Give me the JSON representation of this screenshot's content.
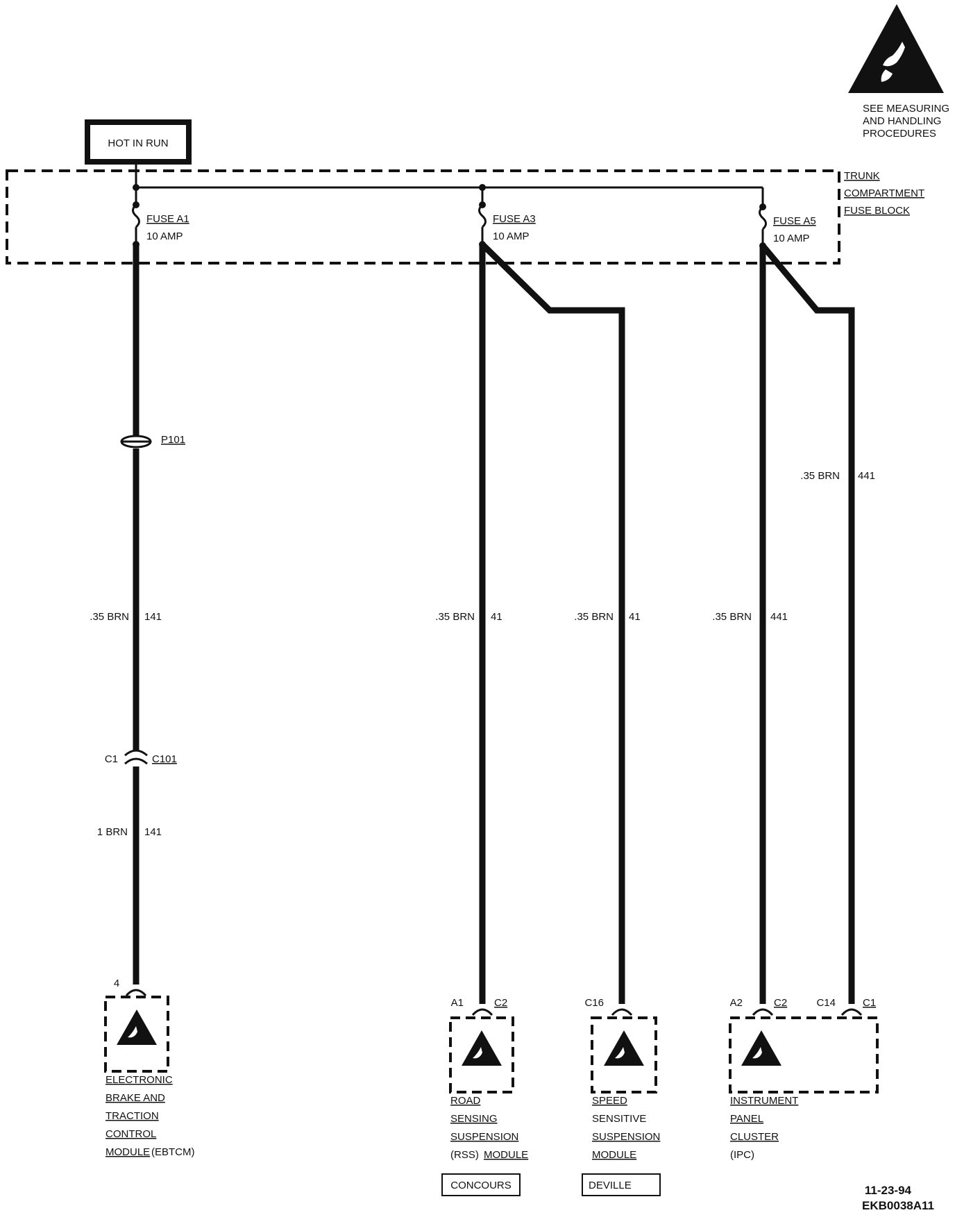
{
  "esd_notice": [
    "SEE MEASURING",
    "AND HANDLING",
    "PROCEDURES"
  ],
  "power_label": "HOT IN RUN",
  "fuse_block": [
    "TRUNK",
    "COMPARTMENT",
    "FUSE BLOCK"
  ],
  "fuses": [
    {
      "name": "FUSE A1",
      "rating": "10 AMP"
    },
    {
      "name": "FUSE A3",
      "rating": "10 AMP"
    },
    {
      "name": "FUSE A5",
      "rating": "10 AMP"
    }
  ],
  "connectors": {
    "p101": "P101",
    "c101_pin": "C1",
    "c101": "C101"
  },
  "wires": {
    "w1_upper": {
      "gauge": ".35 BRN",
      "circuit": "141"
    },
    "w1_lower": {
      "gauge": "1 BRN",
      "circuit": "141"
    },
    "w2": {
      "gauge": ".35 BRN",
      "circuit": "41"
    },
    "w3": {
      "gauge": ".35 BRN",
      "circuit": "41"
    },
    "w4": {
      "gauge": ".35 BRN",
      "circuit": "441"
    },
    "w5": {
      "gauge": ".35 BRN",
      "circuit": "441"
    }
  },
  "pins": {
    "ebtcm": "4",
    "rss_pin": "A1",
    "rss_conn": "C2",
    "sss_pin": "C16",
    "ipc_pin1": "A2",
    "ipc_conn1": "C2",
    "ipc_pin2": "C14",
    "ipc_conn2": "C1"
  },
  "modules": {
    "ebtcm": [
      "ELECTRONIC",
      "BRAKE AND",
      "TRACTION",
      "CONTROL",
      "MODULE"
    ],
    "ebtcm_abbr": "(EBTCM)",
    "rss": [
      "ROAD",
      "SENSING",
      "SUSPENSION"
    ],
    "rss_abbr": "(RSS)",
    "rss_last": "MODULE",
    "sss": [
      "SPEED",
      "SENSITIVE",
      "SUSPENSION",
      "MODULE"
    ],
    "ipc": [
      "INSTRUMENT",
      "PANEL",
      "CLUSTER"
    ],
    "ipc_abbr": "(IPC)"
  },
  "options": {
    "concours": "CONCOURS",
    "deville": "DEVILLE"
  },
  "footer": {
    "date": "11-23-94",
    "code": "EKB0038A11"
  }
}
